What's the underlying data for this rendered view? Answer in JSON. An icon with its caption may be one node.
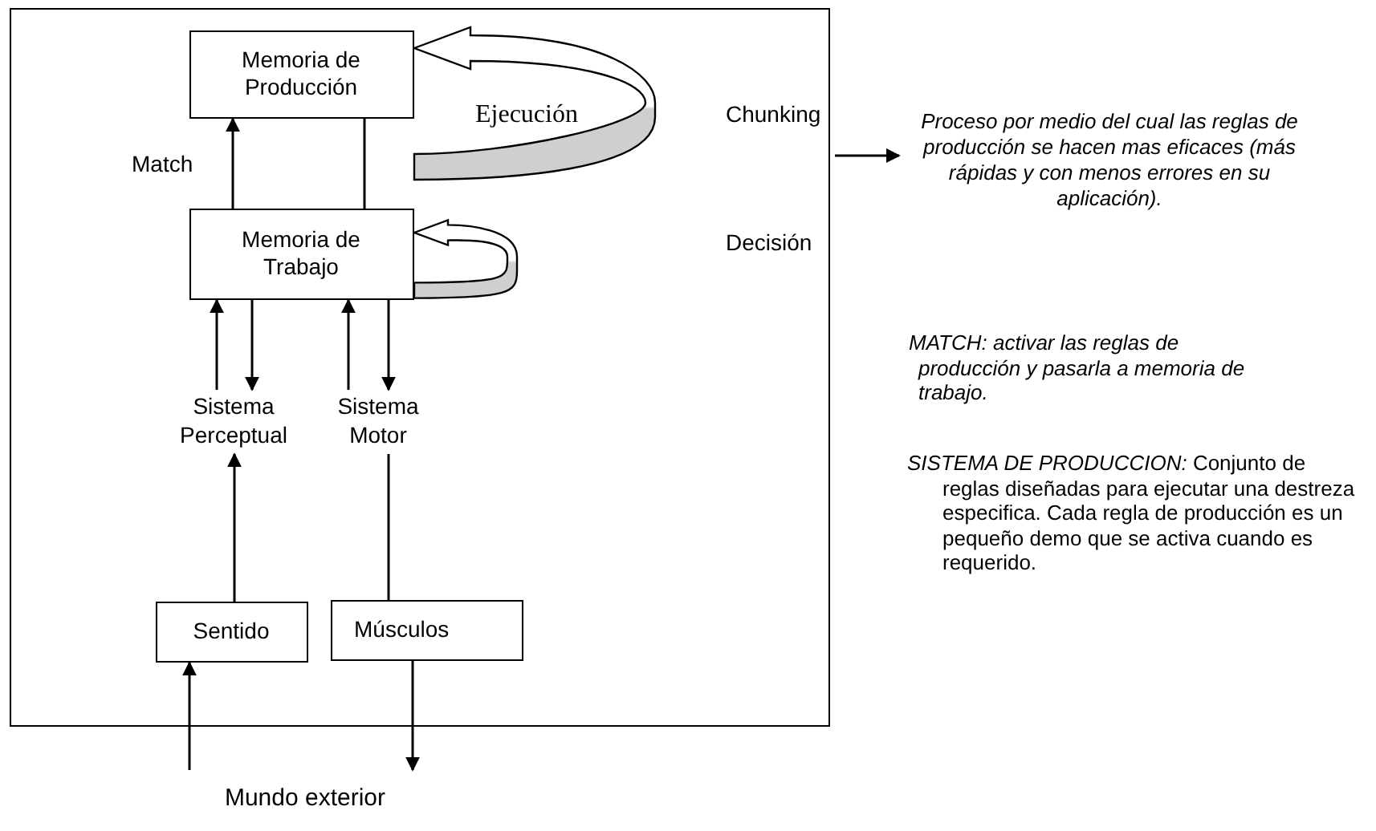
{
  "diagram": {
    "nodes": [
      {
        "text": [],
        "shape": "box"
      },
      {
        "text": [
          "Memoria de Producción"
        ],
        "in": 0
      },
      {
        "text": [
          "Memoria de Trabajo"
        ],
        "in": 0
      },
      {
        "text": [
          "Sistema Perceptual"
        ],
        "in": 0
      },
      {
        "text": [
          "Sistema Motor"
        ],
        "in": 0
      },
      {
        "text": [
          "Sentido"
        ],
        "in": 0
      },
      {
        "text": [
          "Músculos"
        ],
        "in": 0
      },
      {
        "text": [
          "Mundo exterior"
        ]
      },
      {
        "text": [
          "Proceso por medio del cual las reglas de producción se hacen mas eficaces (más rápidas y con menos errores en su aplicación)."
        ]
      }
    ],
    "edges": [
      {
        "from": 2,
        "to": 1,
        "arrow": "to",
        "label": "Match"
      },
      {
        "from": 1,
        "to": 2,
        "arrow": "none"
      },
      {
        "from": null,
        "to": 1,
        "arrow": "to",
        "label": "Ejecución",
        "style": "thick"
      },
      {
        "from": 2,
        "to": 2,
        "arrow": "to",
        "style": "thick"
      },
      {
        "from": 3,
        "to": 2,
        "arrow": "to"
      },
      {
        "from": 2,
        "to": 3,
        "arrow": "to"
      },
      {
        "from": 4,
        "to": 2,
        "arrow": "to"
      },
      {
        "from": 2,
        "to": 4,
        "arrow": "to"
      },
      {
        "from": 5,
        "to": 3,
        "arrow": "to"
      },
      {
        "from": 4,
        "to": 6,
        "arrow": "none"
      },
      {
        "from": 7,
        "to": 5,
        "arrow": "to"
      },
      {
        "from": 6,
        "to": 7,
        "arrow": "to"
      },
      {
        "from": 0,
        "to": 8,
        "arrow": "to"
      }
    ],
    "labels": [
      "Chunking",
      "Decisión",
      "MATCH: activar las reglas de producción y pasarla a memoria de trabajo.",
      "*SISTEMA DE PRODUCCION:* Conjunto de reglas diseñadas para ejecutar una destreza especifica. Cada regla de producción es un pequeño demo que se activa cuando es requerido."
    ]
  }
}
